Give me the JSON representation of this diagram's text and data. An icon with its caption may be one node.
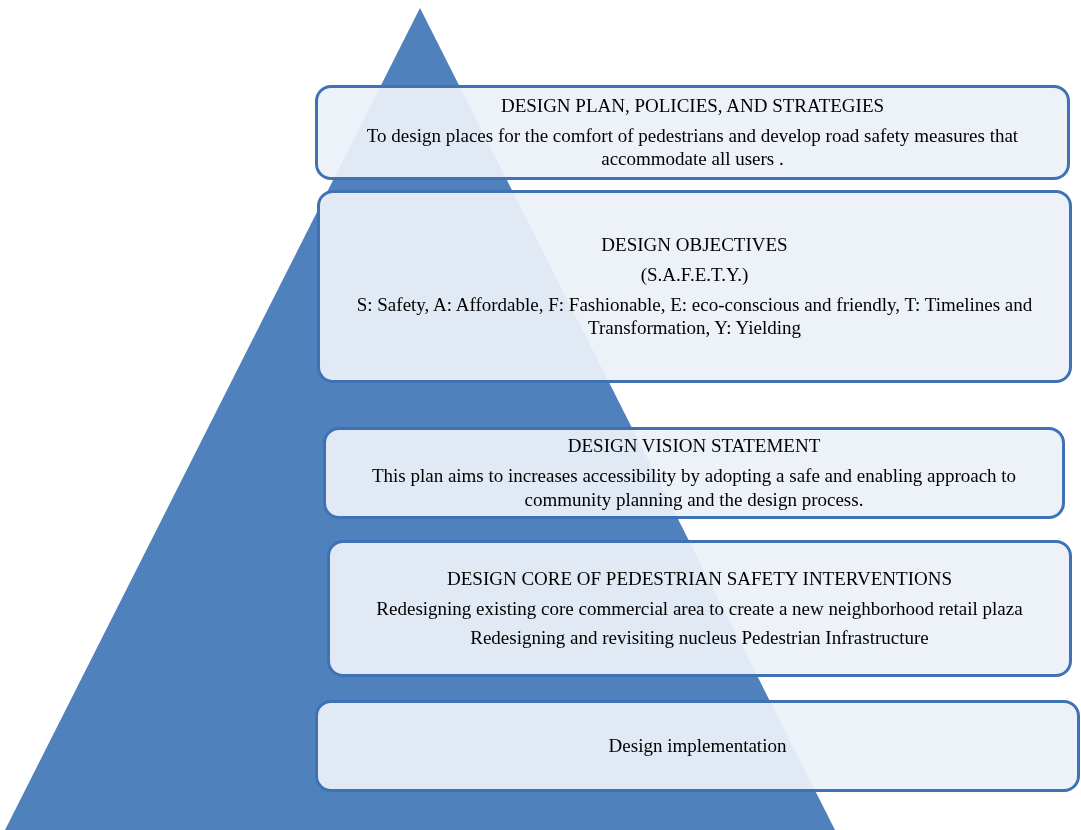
{
  "diagram": {
    "nodes": [
      {
        "text": [
          "DESIGN PLAN, POLICIES, AND STRATEGIES",
          "To design places for the comfort of pedestrians and develop road safety measures that accommodate all users ."
        ]
      },
      {
        "text": [
          "DESIGN OBJECTIVES",
          "(S.A.F.E.T.Y.)",
          "S: Safety, A: Affordable, F: Fashionable, E: eco-conscious and friendly, T: Timelines and Transformation, Y: Yielding"
        ]
      },
      {
        "text": [
          "DESIGN VISION STATEMENT",
          "This plan aims to increases accessibility by adopting a safe and enabling approach to community planning and the design process."
        ]
      },
      {
        "text": [
          "DESIGN CORE OF PEDESTRIAN SAFETY INTERVENTIONS",
          "Redesigning existing core commercial area to create a new neighborhood retail plaza",
          "Redesigning and revisiting nucleus Pedestrian Infrastructure"
        ]
      },
      {
        "text": [
          "Design implementation"
        ]
      }
    ],
    "edges": []
  }
}
